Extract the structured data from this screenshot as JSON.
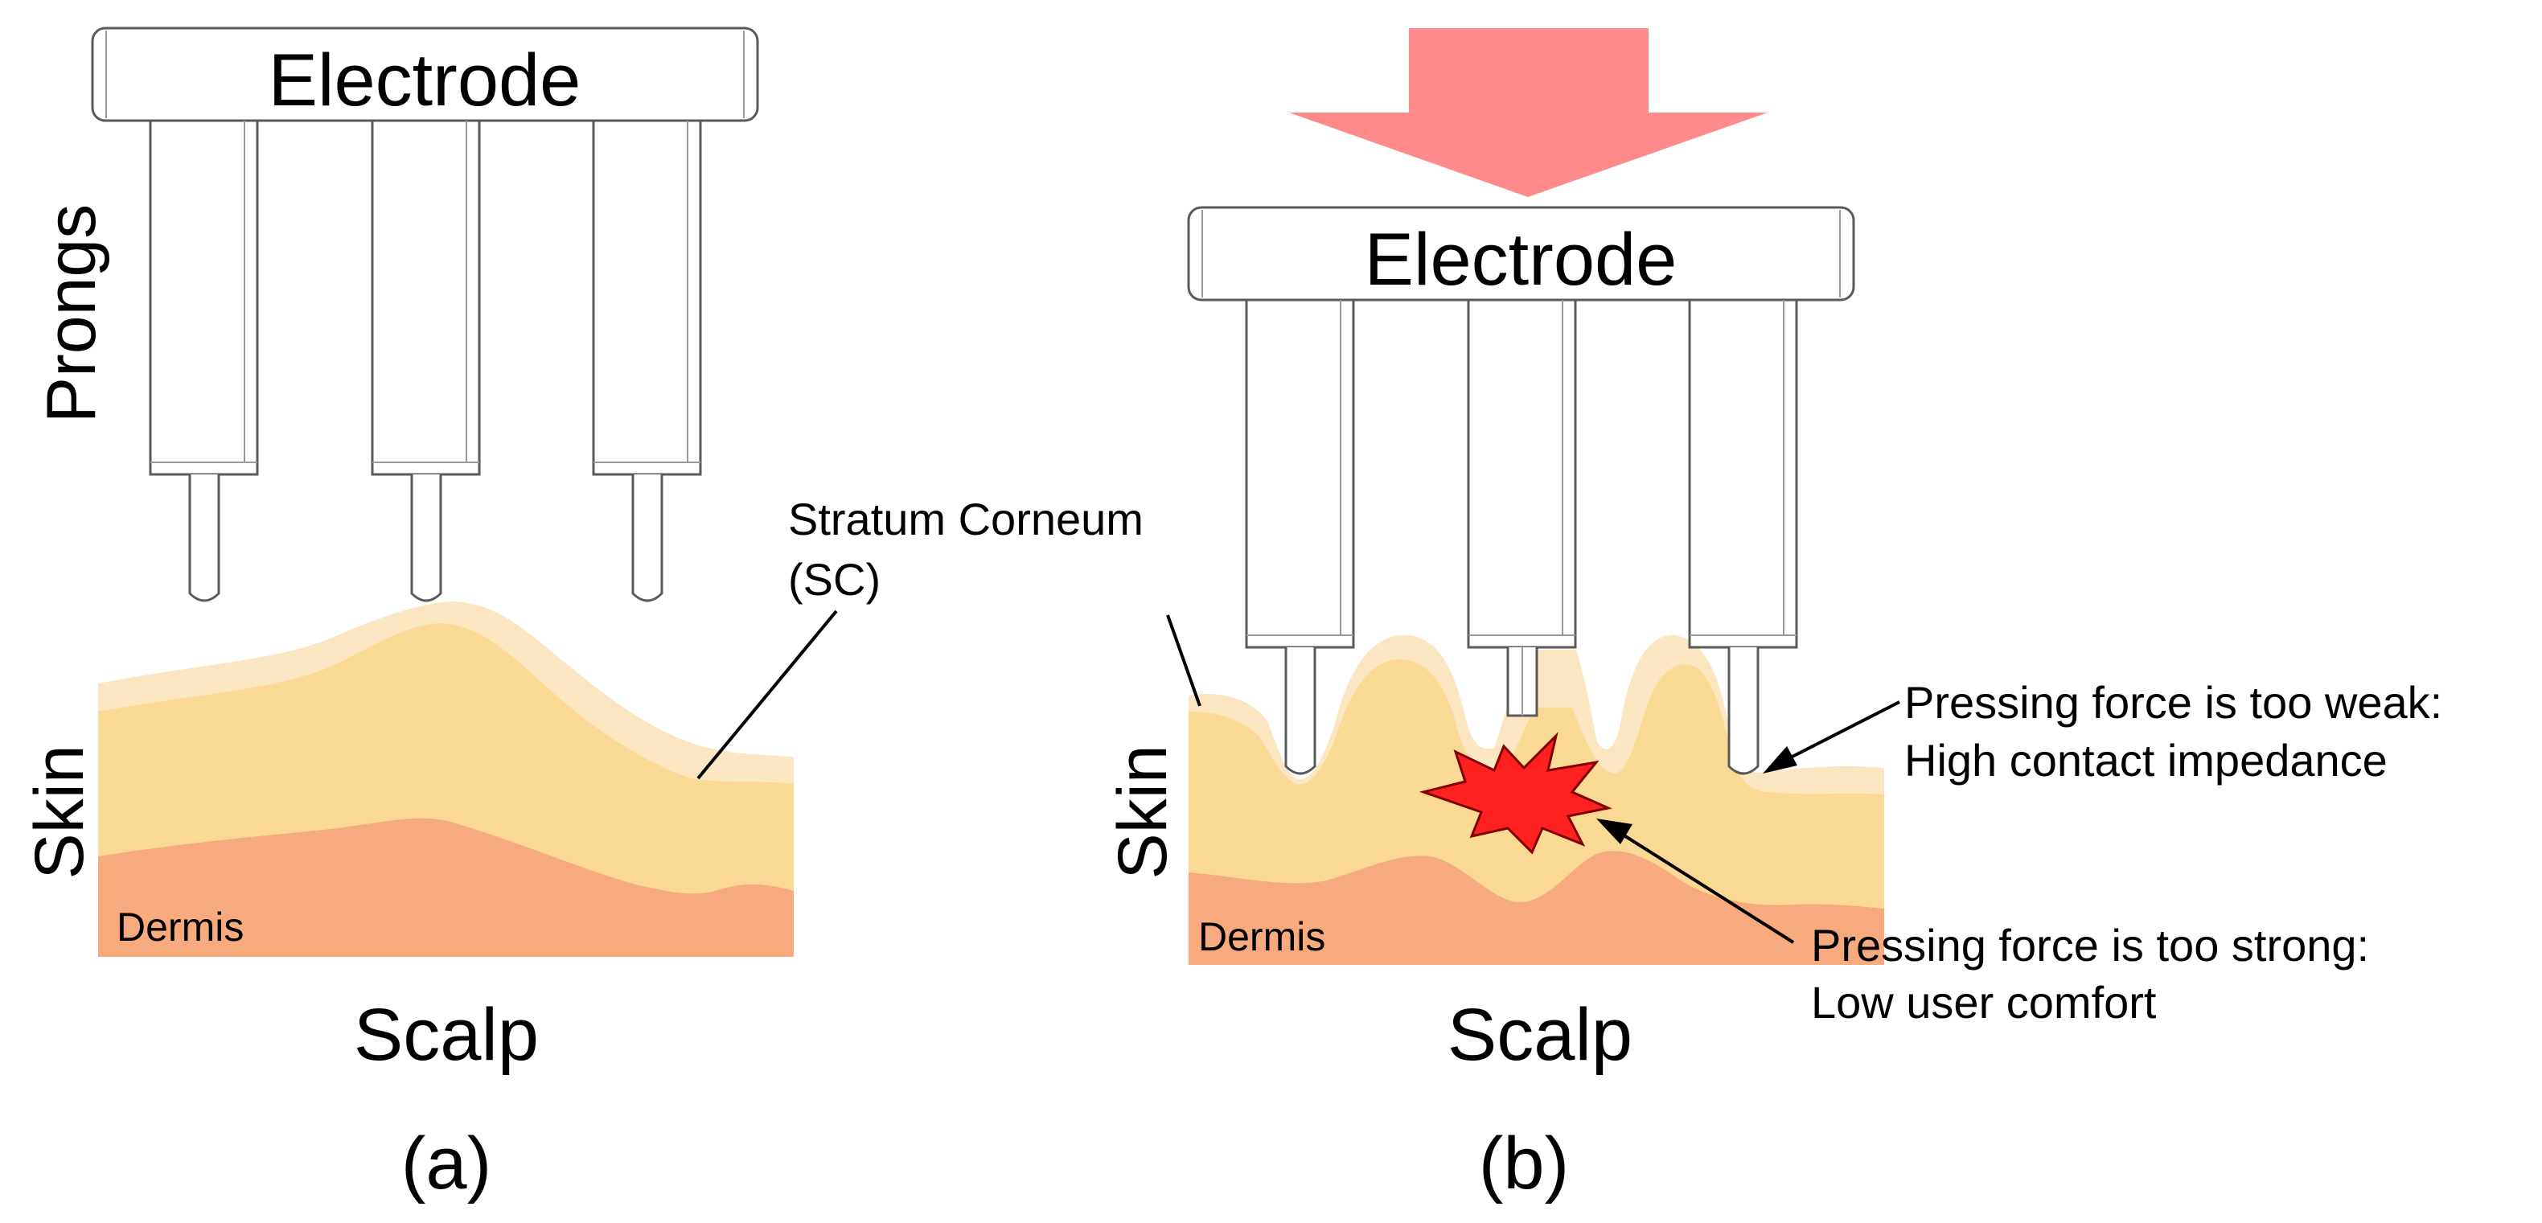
{
  "panel_a": {
    "electrode_label": "Electrode",
    "prongs_label": "Prongs",
    "stratum_label_line1": "Stratum Corneum",
    "stratum_label_line2": "(SC)",
    "skin_label": "Skin",
    "dermis_label": "Dermis",
    "scalp_label": "Scalp",
    "caption": "(a)"
  },
  "panel_b": {
    "electrode_label": "Electrode",
    "skin_label": "Skin",
    "dermis_label": "Dermis",
    "scalp_label": "Scalp",
    "caption": "(b)",
    "weak_line1": "Pressing force is too weak:",
    "weak_line2": "High contact impedance",
    "strong_line1": "Pressing force is too strong:",
    "strong_line2": "Low user comfort"
  },
  "colors": {
    "stratum_corneum": "#fbe6c2",
    "skin": "#fad994",
    "dermis": "#f7aa7d",
    "force_arrow": "#ff8a8a",
    "pain_burst": "#ff2020"
  }
}
